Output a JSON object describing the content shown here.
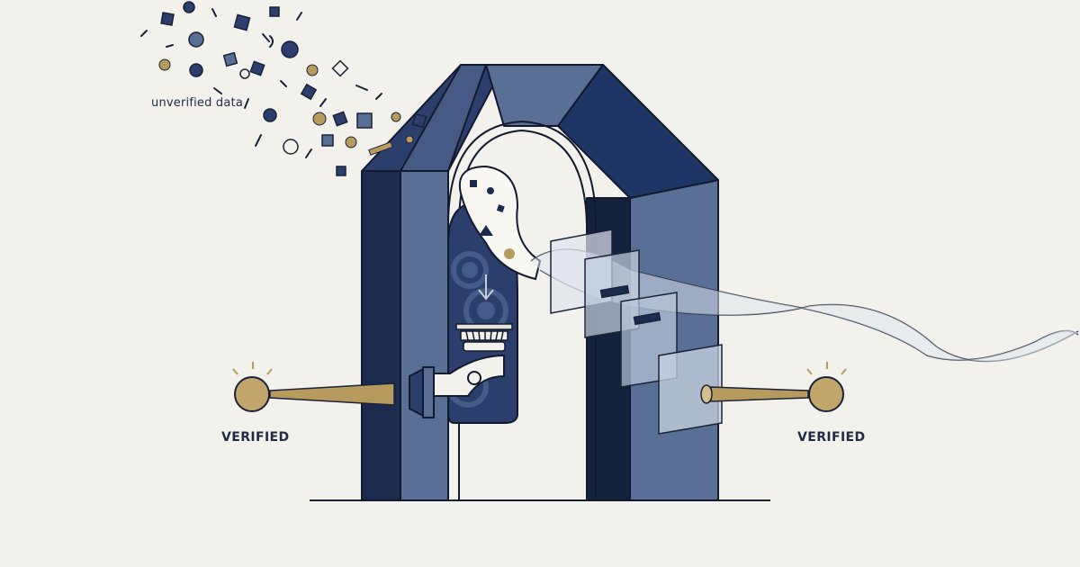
{
  "labels": {
    "unverified": "unverified data",
    "verified_left": "VERIFIED",
    "verified_right": "VERIFIED"
  },
  "colors": {
    "background": "#f2f1ec",
    "navy_dark": "#14213d",
    "navy_mid": "#2c3e6b",
    "slate": "#5a6f95",
    "gold": "#b79a5e",
    "glass": "#c9d4e3",
    "line": "#1b2238"
  },
  "icons": {
    "arch": "verification-arch",
    "gears": "gear-icon",
    "filter": "filter-funnel",
    "panels": "glass-panel",
    "endpoints": "gold-sphere-node"
  }
}
